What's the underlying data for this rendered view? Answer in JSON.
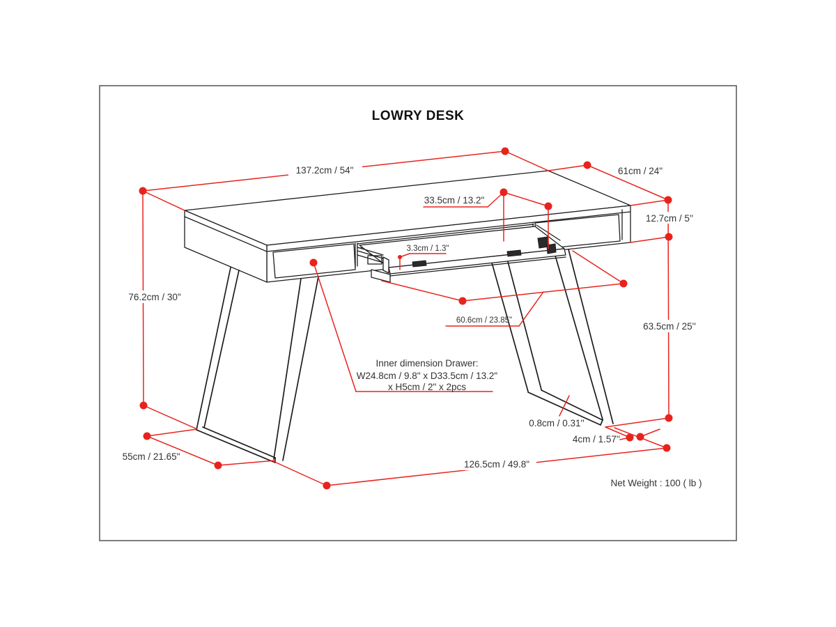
{
  "title": "LOWRY DESK",
  "net_weight": "Net Weight : 100 ( lb )",
  "dimensions": {
    "top_width": "137.2cm / 54\"",
    "top_depth": "61cm / 24\"",
    "tray_depth": "33.5cm / 13.2\"",
    "top_thickness": "12.7cm / 5''",
    "rail_height": "3.3cm / 1.3\"",
    "overall_height": "76.2cm / 30\"",
    "leg_height": "63.5cm / 25''",
    "tray_width": "60.6cm / 23.85\"",
    "runner_thickness": "0.8cm / 0.31''",
    "runner_width": "4cm / 1.57''",
    "leg_depth": "55cm / 21.65\"",
    "base_width": "126.5cm / 49.8\""
  },
  "drawer_note": {
    "lines": [
      "Inner dimension Drawer:",
      "W24.8cm / 9.8\" x D33.5cm / 13.2\"",
      "x H5cm / 2\" x 2pcs"
    ]
  },
  "colors": {
    "annotation_red": "#e8231d",
    "line_black": "#1c1c1c",
    "border_gray": "#5d5d5d"
  }
}
